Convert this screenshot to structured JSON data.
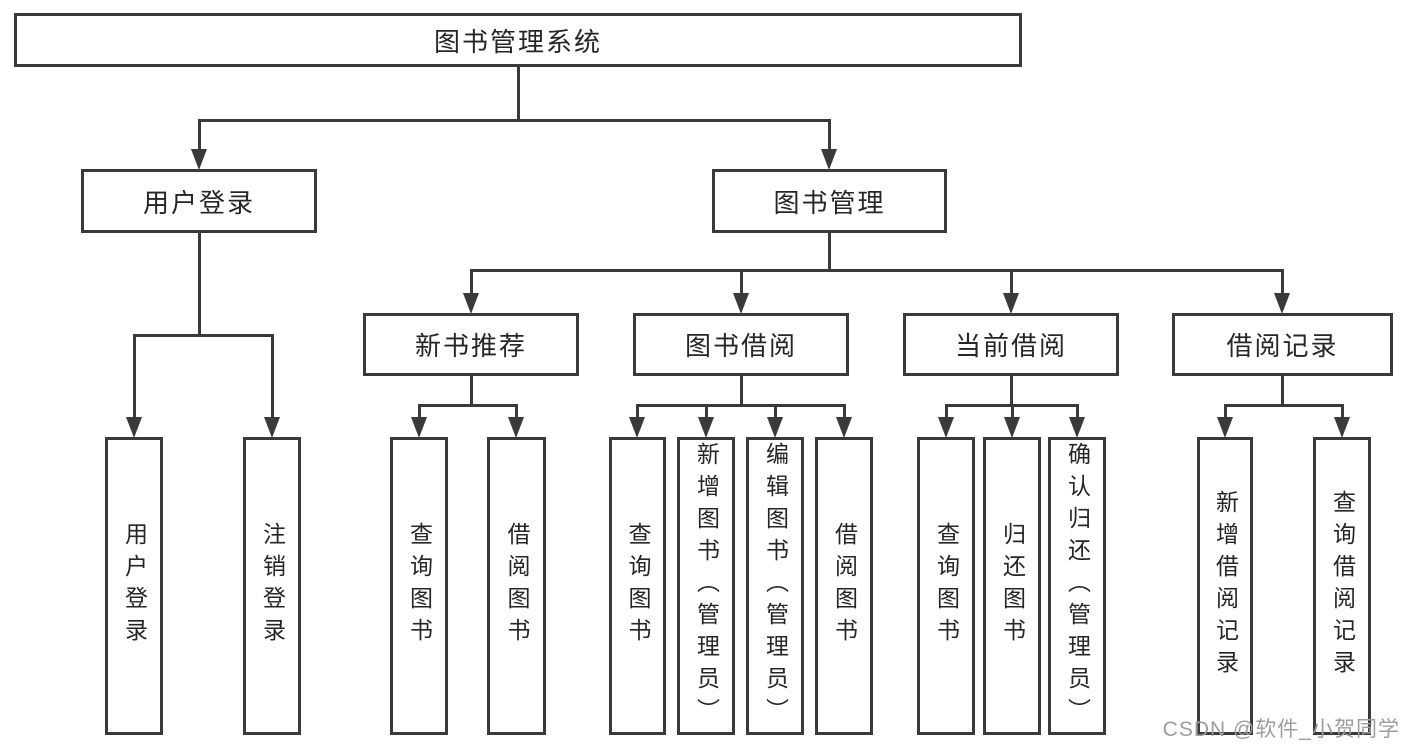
{
  "diagram": {
    "watermark": "CSDN @软件_小贺同学",
    "colors": {
      "background": "#ffffff",
      "box_fill": "#ffffff",
      "box_border": "#3a3a3a",
      "connector": "#3a3a3a",
      "text": "#262626",
      "watermark": "#9d9d9d"
    },
    "tree": {
      "label": "图书管理系统",
      "children": [
        {
          "label": "用户登录",
          "children": [
            {
              "label": "用户登录"
            },
            {
              "label": "注销登录"
            }
          ]
        },
        {
          "label": "图书管理",
          "children": [
            {
              "label": "新书推荐",
              "children": [
                {
                  "label": "查询图书"
                },
                {
                  "label": "借阅图书"
                }
              ]
            },
            {
              "label": "图书借阅",
              "children": [
                {
                  "label": "查询图书"
                },
                {
                  "label": "新增图书（管理员）"
                },
                {
                  "label": "编辑图书（管理员）"
                },
                {
                  "label": "借阅图书"
                }
              ]
            },
            {
              "label": "当前借阅",
              "children": [
                {
                  "label": "查询图书"
                },
                {
                  "label": "归还图书"
                },
                {
                  "label": "确认归还（管理员）"
                }
              ]
            },
            {
              "label": "借阅记录",
              "children": [
                {
                  "label": "新增借阅记录"
                },
                {
                  "label": "查询借阅记录"
                }
              ]
            }
          ]
        }
      ]
    }
  }
}
